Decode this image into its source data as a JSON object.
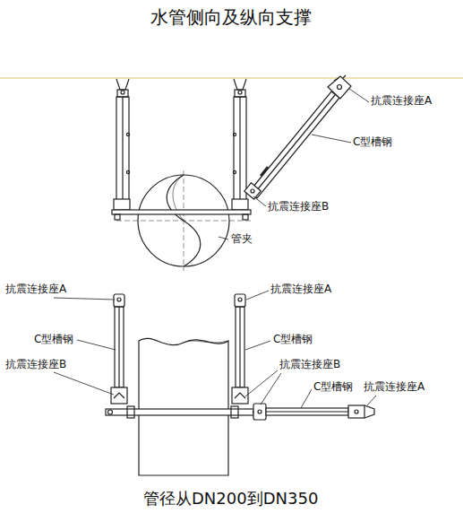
{
  "diagram": {
    "title": "水管侧向及纵向支撑",
    "caption": "管径从DN200到DN350",
    "labels": [
      "抗震连接座A",
      "C型槽钢",
      "抗震连接座B",
      "管夹",
      "抗震连接座A",
      "抗震连接座A",
      "C型槽钢",
      "C型槽钢",
      "抗震连接座B",
      "抗震连接座B",
      "C型槽钢",
      "抗震连接座A"
    ]
  }
}
